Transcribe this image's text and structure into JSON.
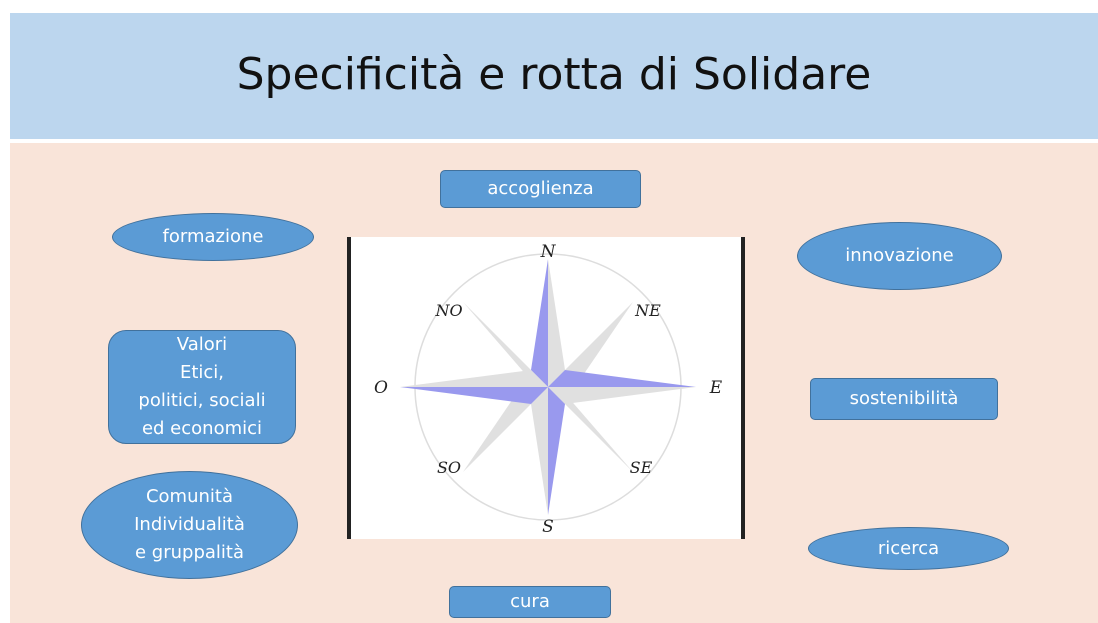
{
  "title": "Specificità e rotta di Solidare",
  "boxes": {
    "accoglienza": "accoglienza",
    "formazione": "formazione",
    "innovazione": "innovazione",
    "valori": "Valori\nEtici,\npolitici, sociali\ned economici",
    "sostenibilita": "sostenibilità",
    "comunita": "Comunità\nIndividualità\ne gruppalità",
    "ricerca": "ricerca",
    "cura": "cura"
  },
  "compass": {
    "N": "N",
    "NE": "NE",
    "E": "E",
    "SE": "SE",
    "S": "S",
    "SO": "SO",
    "O": "O",
    "NO": "NO"
  },
  "colors": {
    "header": "#bcd6ee",
    "background": "#f9e4d9",
    "box": "#5b9bd5",
    "compass_purple": "#9999ee",
    "compass_gray": "#e0e0e0"
  }
}
